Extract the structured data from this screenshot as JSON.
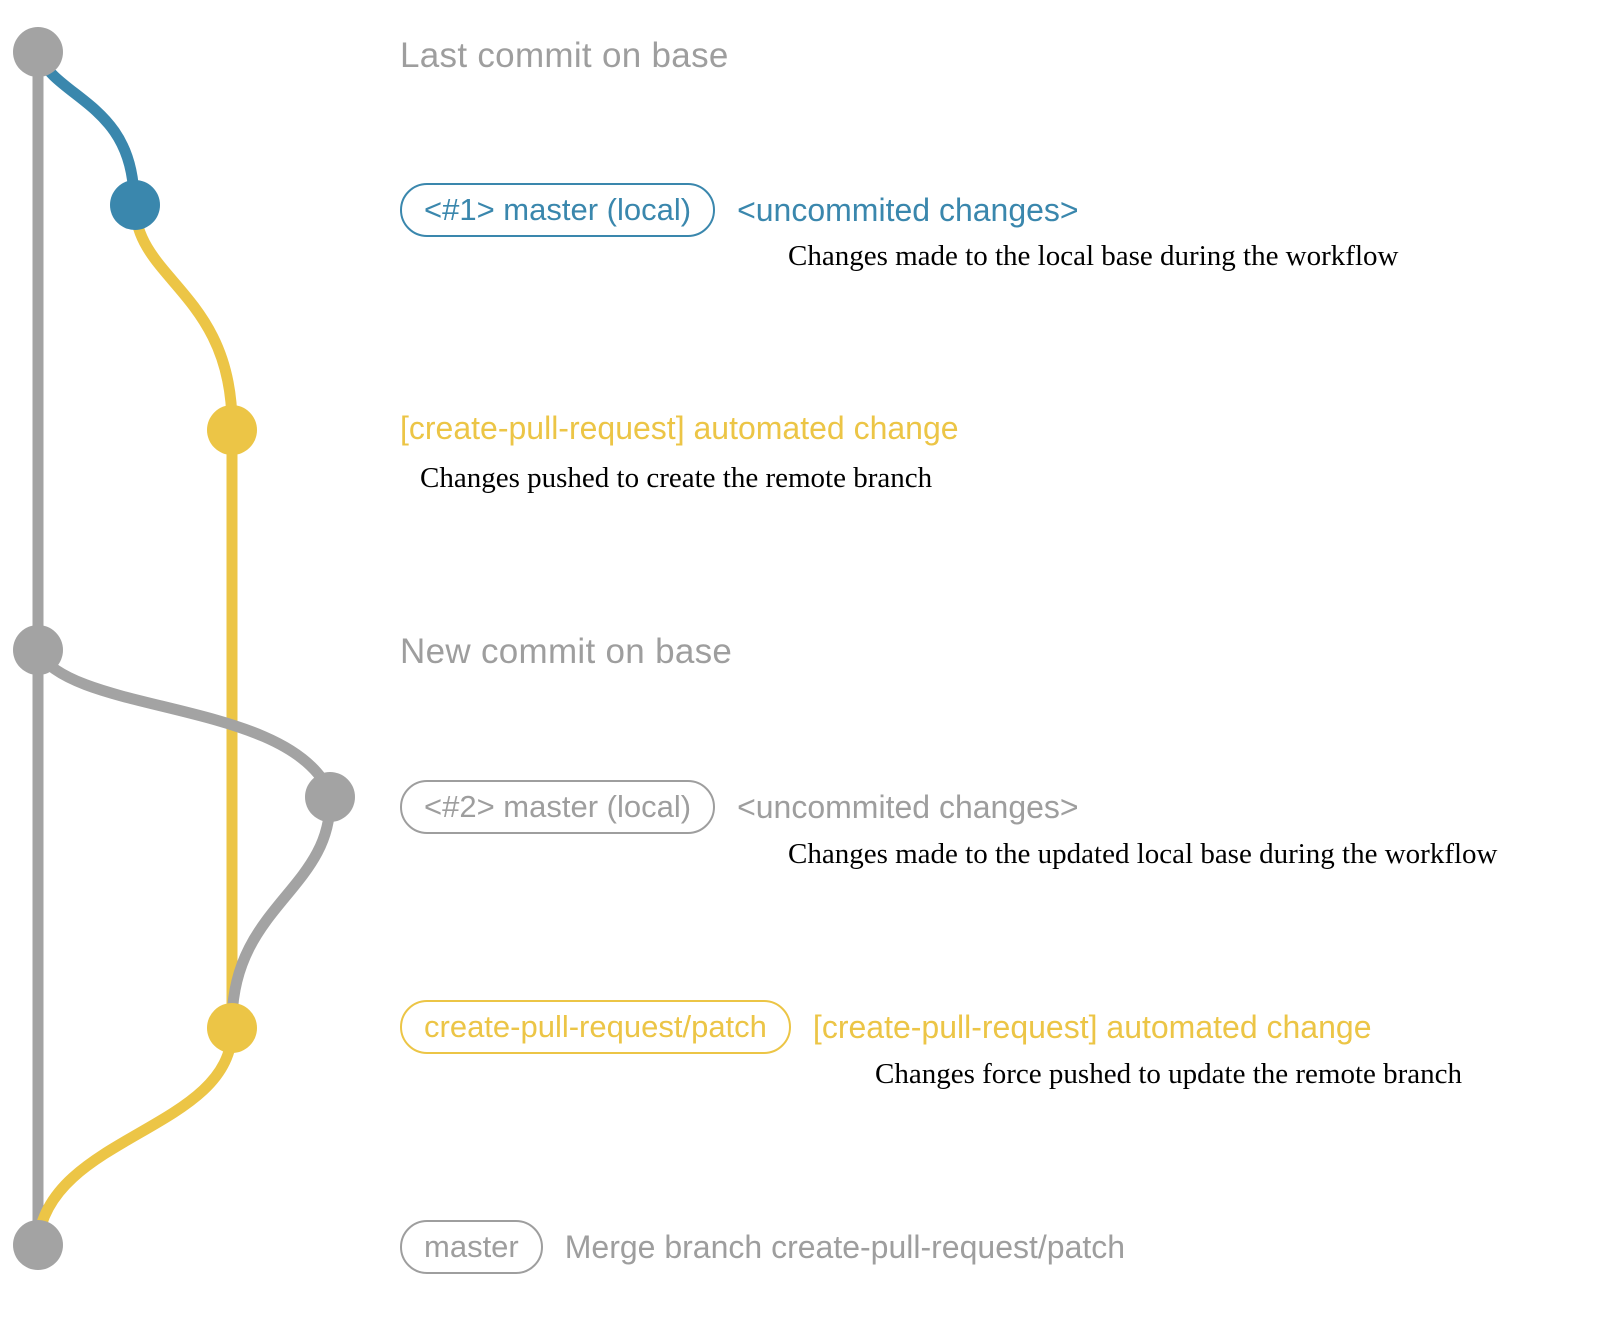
{
  "colors": {
    "blue": "#3a87ad",
    "yellow": "#ecc546",
    "gray": "#a3a3a3",
    "gray_text": "#9e9e9e",
    "ink": "#000000"
  },
  "rows": {
    "last_commit": {
      "label": "Last commit on base"
    },
    "commit1": {
      "badge": "<#1> master (local)",
      "side": "<uncommited changes>",
      "desc": "Changes made to the local base during the workflow"
    },
    "push1": {
      "title": "[create-pull-request] automated change",
      "desc": "Changes pushed to create the remote branch"
    },
    "new_commit": {
      "label": "New commit on base"
    },
    "commit2": {
      "badge": "<#2> master (local)",
      "side": "<uncommited changes>",
      "desc": "Changes made to the updated local base during the workflow"
    },
    "push2": {
      "badge": "create-pull-request/patch",
      "side": "[create-pull-request] automated change",
      "desc": "Changes force pushed to update the remote branch"
    },
    "merge": {
      "badge": "master",
      "label": "Merge branch create-pull-request/patch"
    }
  }
}
